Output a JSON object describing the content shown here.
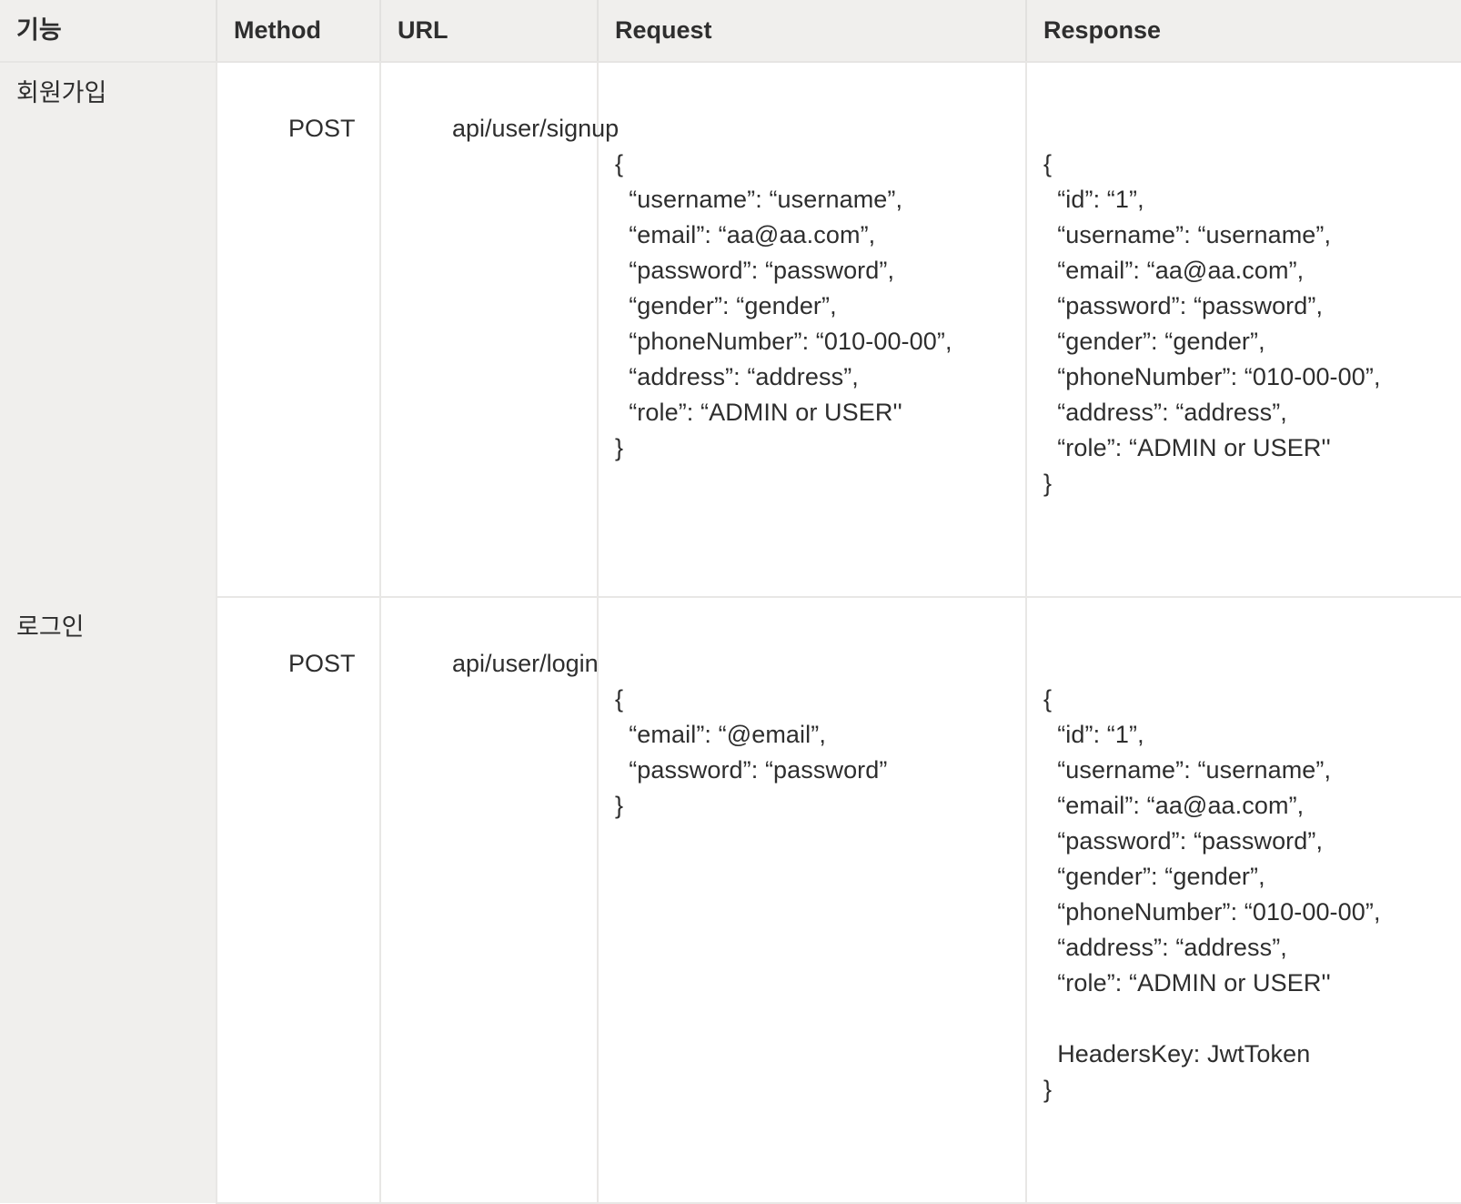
{
  "table": {
    "columns": [
      {
        "key": "func",
        "label": "기능"
      },
      {
        "key": "method",
        "label": "Method"
      },
      {
        "key": "url",
        "label": "URL"
      },
      {
        "key": "request",
        "label": "Request"
      },
      {
        "key": "response",
        "label": "Response"
      }
    ],
    "rows": [
      {
        "func": "회원가입",
        "method": "POST",
        "url": "api/user/signup",
        "request": "{\n  “username”: “username”,\n  “email”: “aa@aa.com”,\n  “password”: “password”,\n  “gender”: “gender”,\n  “phoneNumber”: “010-00-00”,\n  “address”: “address”,\n  “role”: “ADMIN or USER''\n}",
        "response": "{\n  “id”: “1”,\n  “username”: “username”,\n  “email”: “aa@aa.com”,\n  “password”: “password”,\n  “gender”: “gender”,\n  “phoneNumber”: “010-00-00”,\n  “address”: “address”,\n  “role”: “ADMIN or USER''\n}"
      },
      {
        "func": "로그인",
        "method": "POST",
        "url": "api/user/login",
        "request": "{\n  “email”: “@email”,\n  “password”: “password”\n}",
        "response": "{\n  “id”: “1”,\n  “username”: “username”,\n  “email”: “aa@aa.com”,\n  “password”: “password”,\n  “gender”: “gender”,\n  “phoneNumber”: “010-00-00”,\n  “address”: “address”,\n  “role”: “ADMIN or USER''\n\n  HeadersKey: JwtToken\n}"
      }
    ]
  },
  "colors": {
    "header_bg": "#f0efed",
    "shaded_cell_bg": "#f0efed",
    "cell_bg": "#ffffff",
    "border": "#e8e7e5",
    "text": "#2e2e2e"
  }
}
